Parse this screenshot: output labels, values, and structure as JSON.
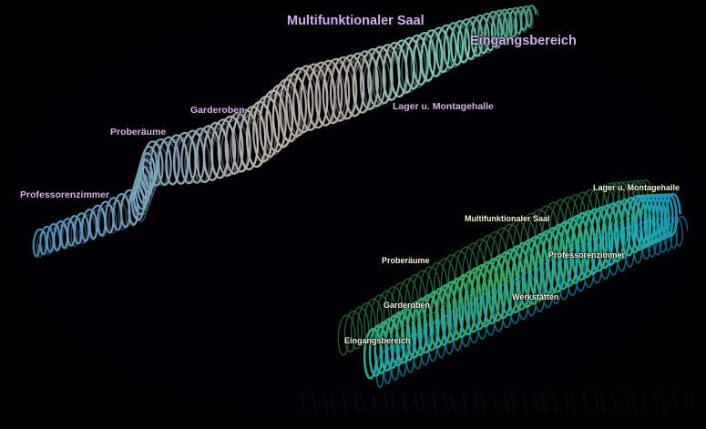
{
  "upper_structure": {
    "labels": [
      {
        "id": "professorenzimmer",
        "text": "Professorenzimmer"
      },
      {
        "id": "proberaeume",
        "text": "Proberäume"
      },
      {
        "id": "garderoben",
        "text": "Garderoben"
      },
      {
        "id": "lager-montagehalle",
        "text": "Lager u. Montagehalle"
      },
      {
        "id": "multifunktionaler-saal",
        "text": "Multifunktionaler Saal"
      },
      {
        "id": "eingangsbereich",
        "text": "Eingangsbereich"
      }
    ],
    "colors": {
      "start": "#5aa6d8",
      "middle": "#c9c4be",
      "end": "#6fe0c0"
    }
  },
  "lower_structure": {
    "labels": [
      {
        "id": "lager-montagehalle",
        "text": "Lager u. Montagehalle"
      },
      {
        "id": "multifunktionaler-saal",
        "text": "Multifunktionaler Saal"
      },
      {
        "id": "professorenzimmer",
        "text": "Professorenzimmer"
      },
      {
        "id": "proberaeume",
        "text": "Proberäume"
      },
      {
        "id": "werkstaetten",
        "text": "Werkstätten"
      },
      {
        "id": "garderoben",
        "text": "Garderoben"
      },
      {
        "id": "eingangsbereich",
        "text": "Eingangsbereich"
      }
    ],
    "colors": {
      "green": "#3fb36a",
      "teal": "#25b9c2",
      "light": "#7fe0d0"
    }
  }
}
